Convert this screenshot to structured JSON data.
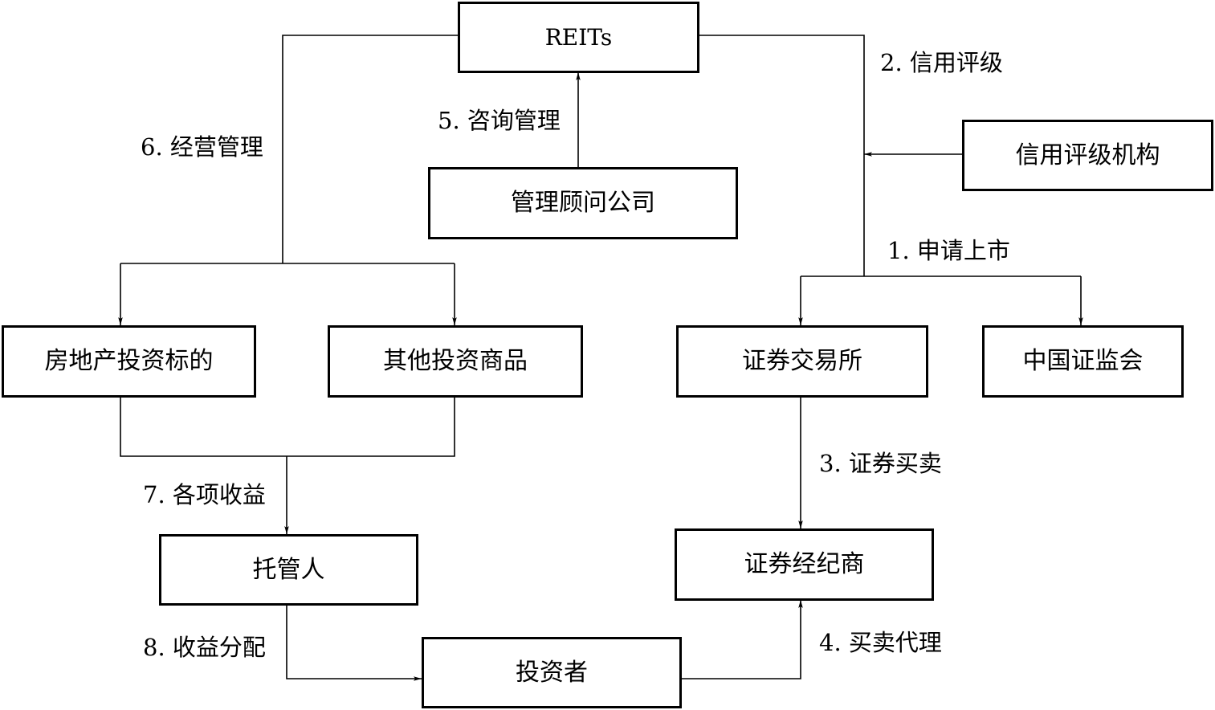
{
  "nodes": {
    "reits": "REITs",
    "management_consultant": "管理顾问公司",
    "credit_rating_agency": "信用评级机构",
    "real_estate_target": "房地产投资标的",
    "other_investment": "其他投资商品",
    "stock_exchange": "证券交易所",
    "csrc": "中国证监会",
    "custodian": "托管人",
    "broker": "证券经纪商",
    "investor": "投资者"
  },
  "edges": {
    "apply_listing": "1. 申请上市",
    "credit_rating": "2. 信用评级",
    "securities_trading": "3. 证券买卖",
    "trading_agency": "4. 买卖代理",
    "consulting_management": "5. 咨询管理",
    "operation_management": "6. 经营管理",
    "various_income": "7. 各项收益",
    "income_distribution": "8. 收益分配"
  }
}
